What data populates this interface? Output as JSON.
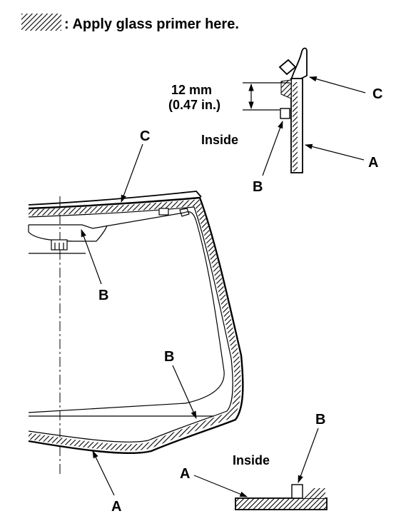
{
  "legend": {
    "text": ": Apply glass primer here."
  },
  "labels": {
    "a": "A",
    "b": "B",
    "c": "C",
    "inside": "Inside",
    "dimension_mm": "12 mm",
    "dimension_in": "(0.47 in.)"
  }
}
